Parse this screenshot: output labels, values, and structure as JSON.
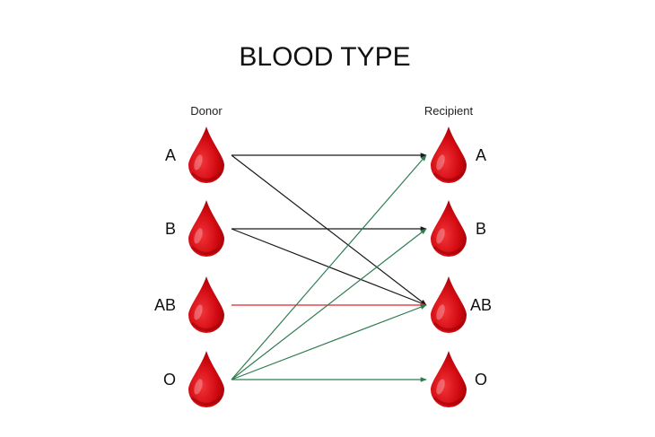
{
  "title": "BLOOD TYPE",
  "donor_heading": "Donor",
  "recipient_heading": "Recipient",
  "blood_types": [
    "A",
    "B",
    "AB",
    "O"
  ],
  "colors": {
    "drop": "#d10a10",
    "drop_dark": "#9a0006",
    "arrow_black": "#1a1a1a",
    "arrow_red": "#e0262a",
    "arrow_green": "#2e7d4f"
  },
  "compatibility": [
    {
      "from": "A",
      "to": "A",
      "color": "arrow_black"
    },
    {
      "from": "A",
      "to": "AB",
      "color": "arrow_black"
    },
    {
      "from": "B",
      "to": "B",
      "color": "arrow_black"
    },
    {
      "from": "B",
      "to": "AB",
      "color": "arrow_black"
    },
    {
      "from": "AB",
      "to": "AB",
      "color": "arrow_red"
    },
    {
      "from": "O",
      "to": "A",
      "color": "arrow_green"
    },
    {
      "from": "O",
      "to": "B",
      "color": "arrow_green"
    },
    {
      "from": "O",
      "to": "AB",
      "color": "arrow_green"
    },
    {
      "from": "O",
      "to": "O",
      "color": "arrow_green"
    }
  ]
}
